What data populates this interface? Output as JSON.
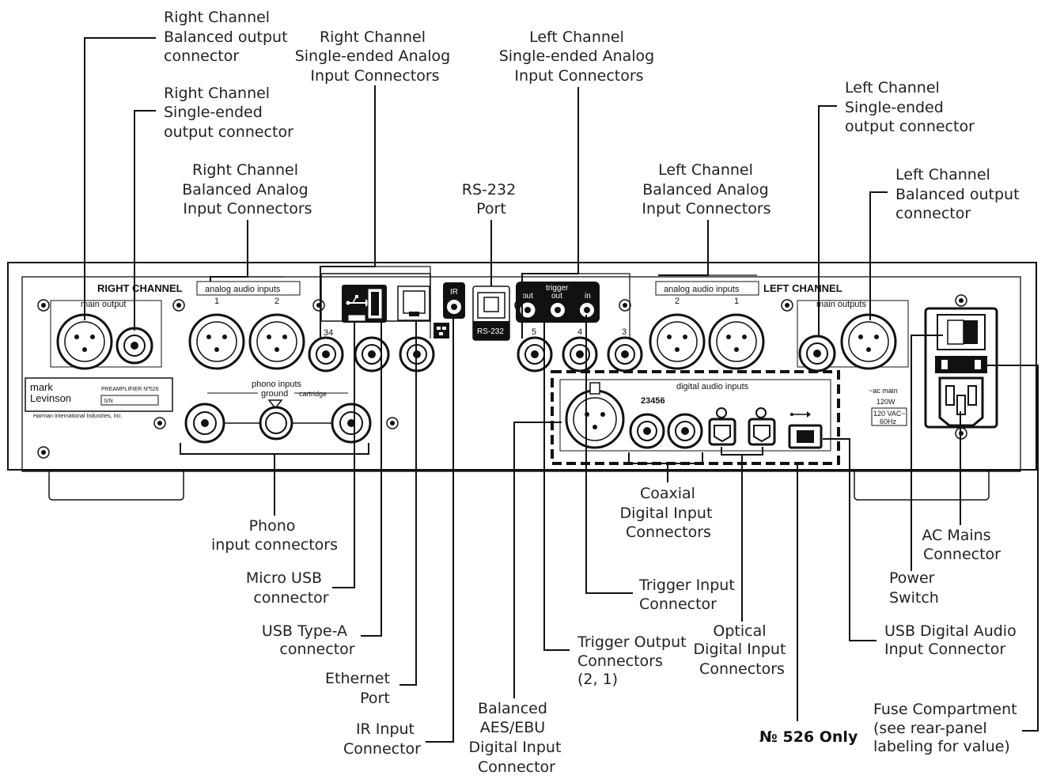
{
  "callouts": {
    "rc_bal_out": [
      "Right Channel",
      "Balanced output",
      "connector"
    ],
    "rc_se_out": [
      "Right Channel",
      "Single-ended",
      "output connector"
    ],
    "rc_se_in": [
      "Right Channel",
      "Single-ended Analog",
      "Input Connectors"
    ],
    "rc_bal_in": [
      "Right Channel",
      "Balanced Analog",
      "Input Connectors"
    ],
    "rs232": [
      "RS-232",
      "Port"
    ],
    "lc_se_in": [
      "Left Channel",
      "Single-ended Analog",
      "Input Connectors"
    ],
    "lc_bal_in": [
      "Left Channel",
      "Balanced Analog",
      "Input Connectors"
    ],
    "lc_se_out": [
      "Left Channel",
      "Single-ended",
      "output connector"
    ],
    "lc_bal_out": [
      "Left Channel",
      "Balanced output",
      "connector"
    ],
    "phono": [
      "Phono",
      "input connectors"
    ],
    "micro_usb": [
      "Micro USB",
      "connector"
    ],
    "usb_a": [
      "USB Type-A",
      "connector"
    ],
    "ethernet": [
      "Ethernet",
      "Port"
    ],
    "ir": [
      "IR Input",
      "Connector"
    ],
    "aes": [
      "Balanced",
      "AES/EBU",
      "Digital Input",
      "Connector"
    ],
    "trig_out": [
      "Trigger Output",
      "Connectors",
      "(2, 1)"
    ],
    "coax": [
      "Coaxial",
      "Digital Input",
      "Connectors"
    ],
    "trig_in": [
      "Trigger Input",
      "Connector"
    ],
    "optical": [
      "Optical",
      "Digital Input",
      "Connectors"
    ],
    "no526": "№ 526 Only",
    "usb_dig": [
      "USB Digital Audio",
      "Input Connector"
    ],
    "power": [
      "Power",
      "Switch"
    ],
    "ac": [
      "AC Mains",
      "Connector"
    ],
    "fuse": [
      "Fuse Compartment",
      "(see rear-panel",
      "labeling for value)"
    ]
  },
  "panel": {
    "right_channel": "RIGHT CHANNEL",
    "left_channel": "LEFT CHANNEL",
    "main_output": "main output",
    "main_outputs": "main outputs",
    "analog_audio_inputs": "analog audio inputs",
    "num_1": "1",
    "num_2": "2",
    "num_34": "34",
    "num_5": "5",
    "num_4": "4",
    "num_3": "3",
    "ir": "IR",
    "rs232": "RS-232",
    "trigger": "trigger",
    "out": "out",
    "in": "in",
    "phono_inputs": "phono inputs",
    "ground": "ground",
    "cartridge": "cartridge",
    "digital_audio_inputs": "digital audio inputs",
    "digital_numbers": "23456",
    "ac_main": "~ac main",
    "watt": "120W",
    "vac": "120 VAC~",
    "hz": "60Hz",
    "brand": [
      "mark",
      "Levinson"
    ],
    "model": "PREAMPLIFIER Nº526",
    "sn": "S/N",
    "maker": "Harman International Industries, Inc."
  }
}
